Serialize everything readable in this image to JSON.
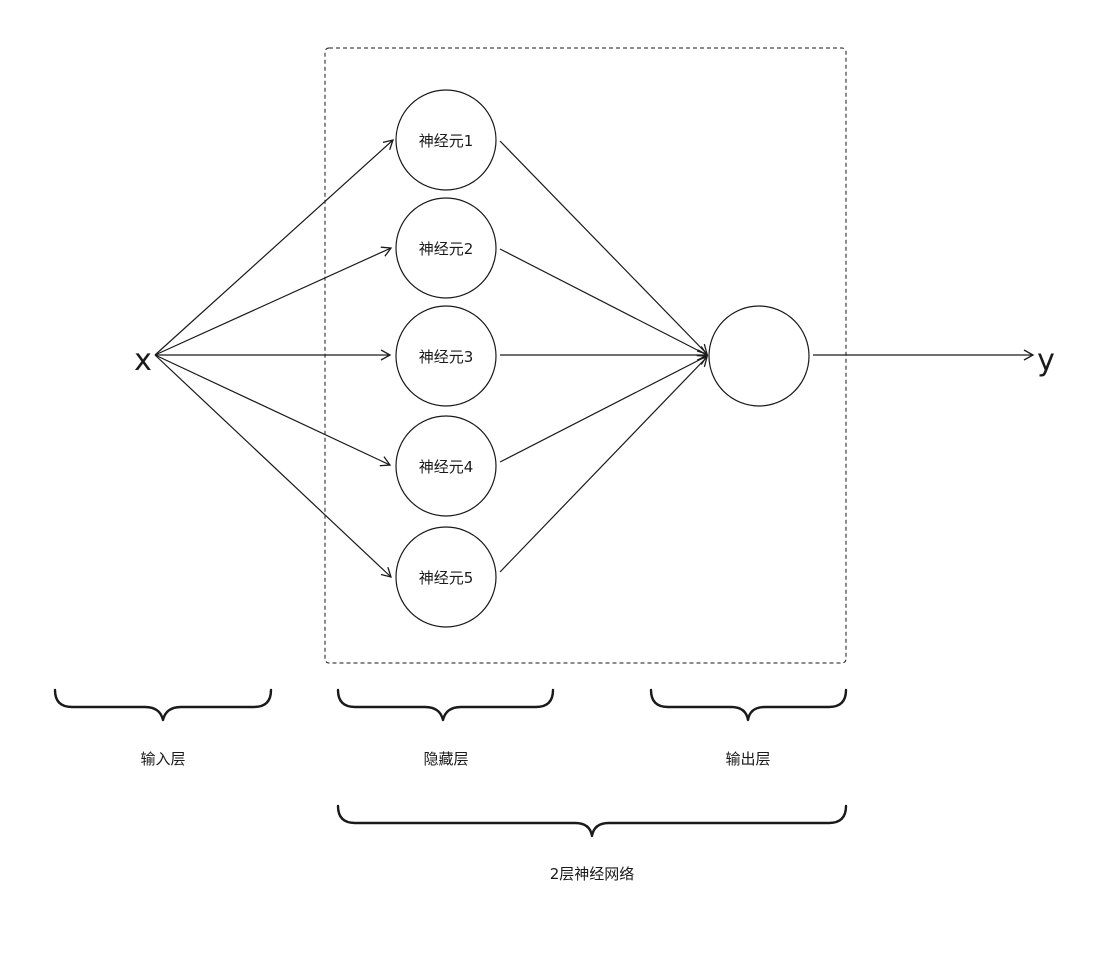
{
  "input_label": "x",
  "output_label": "y",
  "hidden_neurons": [
    {
      "label": "神经元1"
    },
    {
      "label": "神经元2"
    },
    {
      "label": "神经元3"
    },
    {
      "label": "神经元4"
    },
    {
      "label": "神经元5"
    }
  ],
  "output_neuron_label": "",
  "braces": {
    "input_layer": "输入层",
    "hidden_layer": "隐藏层",
    "output_layer": "输出层",
    "network": "2层神经网络"
  },
  "colors": {
    "line": "#1a1a1a",
    "background": "#ffffff"
  }
}
